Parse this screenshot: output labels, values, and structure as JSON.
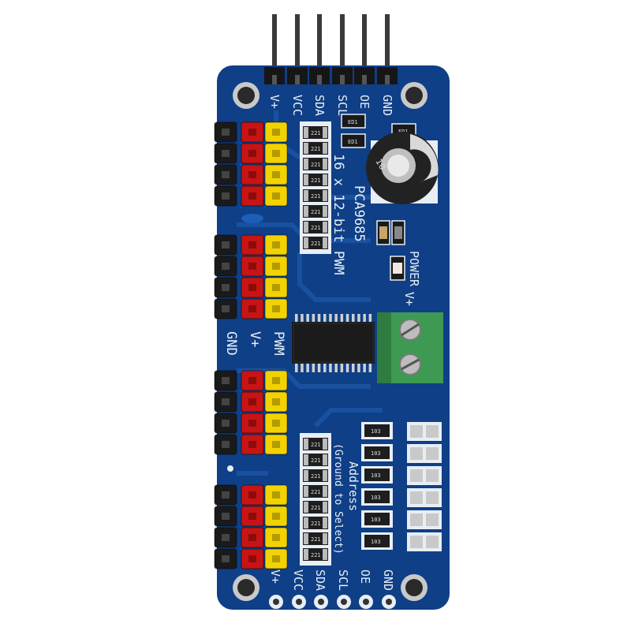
{
  "image": {
    "subject": "PCA9685 16-channel servo driver breakout board",
    "colors": {
      "pcb": "#0f3f86",
      "pcb_trace": "#1c56a8",
      "silkscreen": "#e8eef6",
      "header_black": "#1a1a1a",
      "header_red": "#c81414",
      "header_yellow": "#f2d300",
      "terminal_green": "#3e9a52",
      "chip": "#1b1b1b",
      "capacitor": "#2a2a2a"
    }
  },
  "labels": {
    "top_pins": [
      "V+",
      "VCC",
      "SDA",
      "SCL",
      "OE",
      "GND"
    ],
    "bottom_pins": [
      "V+",
      "VCC",
      "SDA",
      "SCL",
      "OE",
      "GND"
    ],
    "title_line1": "16 x 12-bit PWM",
    "title_line2": "PCA9685",
    "power": "POWER",
    "vplus_terminal": "V+",
    "address_line1": "Address",
    "address_line2": "(Ground to Select)",
    "row_gnd": "GND",
    "row_vplus": "V+",
    "row_pwm": "PWM",
    "cap_text": "10",
    "res_top": "ED1",
    "res_mid": "103",
    "res_array": "221",
    "res_addr": "103"
  }
}
